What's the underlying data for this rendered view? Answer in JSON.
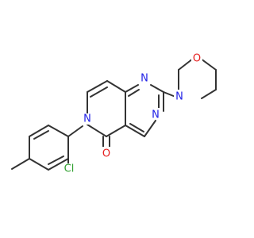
{
  "colors": {
    "bond": "#333333",
    "nitrogen": "#2020e6",
    "oxygen": "#e62020",
    "chlorine": "#2fa02f",
    "background": "#ffffff"
  },
  "atom_labels": {
    "n1": "N",
    "n3": "N",
    "n6": "N",
    "n_morph": "N",
    "o_morph": "O",
    "o_carbonyl": "O",
    "cl": "Cl"
  }
}
